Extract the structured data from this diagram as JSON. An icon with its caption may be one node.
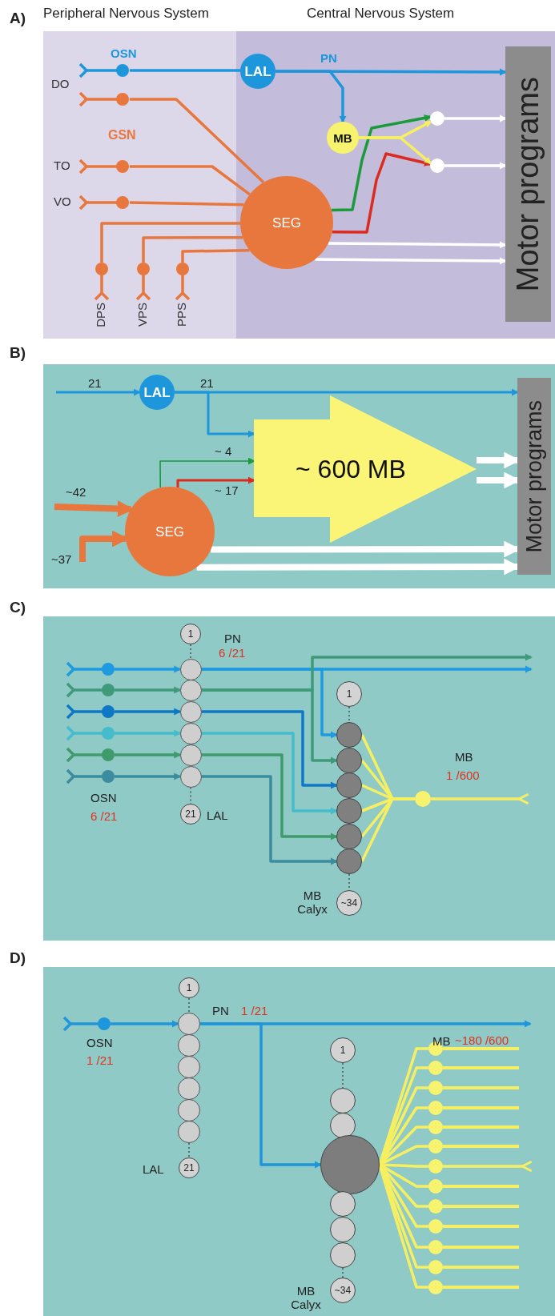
{
  "diagram": {
    "nodes": [
      {
        "text": [
          "Peripheral Nervous System"
        ]
      },
      {
        "text": [
          "Central Nervous System"
        ]
      },
      {
        "text": [
          "OSN"
        ],
        "in": 0
      },
      {
        "text": [
          "DO"
        ],
        "in": 0
      },
      {
        "text": [
          "TO"
        ],
        "in": 0
      },
      {
        "text": [
          "VO"
        ],
        "in": 0
      },
      {
        "text": [
          "DPS"
        ],
        "in": 0
      },
      {
        "text": [
          "VPS"
        ],
        "in": 0
      },
      {
        "text": [
          "PPS"
        ],
        "in": 0
      },
      {
        "text": [
          "LAL"
        ],
        "in": 1
      },
      {
        "text": [
          "MB"
        ],
        "in": 1
      },
      {
        "text": [
          "SEG"
        ],
        "in": 1
      },
      {
        "text": [],
        "shape": "circle",
        "in": 1
      },
      {
        "text": [],
        "shape": "circle",
        "in": 1
      },
      {
        "text": [
          "Motor programs"
        ],
        "in": 1
      },
      {
        "text": [
          "LAL"
        ]
      },
      {
        "text": [
          "~ 600 MB"
        ]
      },
      {
        "text": [
          "SEG"
        ]
      },
      {
        "text": [
          "Motor programs"
        ]
      },
      {
        "text": [],
        "shape": "circle"
      },
      {
        "text": [],
        "shape": "circle"
      },
      {
        "text": [],
        "shape": "circle"
      },
      {
        "text": [],
        "shape": "circle"
      },
      {
        "text": [],
        "shape": "circle"
      },
      {
        "text": [],
        "shape": "circle"
      },
      {
        "text": [
          "1"
        ]
      },
      {
        "text": [],
        "shape": "circle"
      },
      {
        "text": [],
        "shape": "circle"
      },
      {
        "text": [],
        "shape": "circle"
      },
      {
        "text": [],
        "shape": "circle"
      },
      {
        "text": [],
        "shape": "circle"
      },
      {
        "text": [],
        "shape": "circle"
      },
      {
        "text": [
          "21"
        ]
      },
      {
        "text": [
          "1"
        ]
      },
      {
        "text": [],
        "shape": "circle"
      },
      {
        "text": [],
        "shape": "circle"
      },
      {
        "text": [],
        "shape": "circle"
      },
      {
        "text": [],
        "shape": "circle"
      },
      {
        "text": [],
        "shape": "circle"
      },
      {
        "text": [],
        "shape": "circle"
      },
      {
        "text": [
          "~34"
        ]
      },
      {
        "text": [],
        "shape": "circle"
      },
      {
        "text": [],
        "shape": "circle",
        "beside": [
          "OSN",
          "1 /21"
        ]
      },
      {
        "text": [
          "1"
        ]
      },
      {
        "text": [],
        "shape": "circle"
      },
      {
        "text": [],
        "shape": "circle"
      },
      {
        "text": [],
        "shape": "circle"
      },
      {
        "text": [],
        "shape": "circle"
      },
      {
        "text": [],
        "shape": "circle"
      },
      {
        "text": [],
        "shape": "circle"
      },
      {
        "text": [
          "21"
        ]
      },
      {
        "text": [
          "1"
        ]
      },
      {
        "text": [],
        "shape": "circle"
      },
      {
        "text": [],
        "shape": "circle"
      },
      {
        "text": [],
        "shape": "circle"
      },
      {
        "text": [],
        "shape": "circle"
      },
      {
        "text": [],
        "shape": "circle"
      },
      {
        "text": [],
        "shape": "circle"
      },
      {
        "text": [
          "~34"
        ]
      },
      {
        "text": [],
        "shape": "circle"
      },
      {
        "text": [],
        "shape": "circle"
      },
      {
        "text": [],
        "shape": "circle"
      },
      {
        "text": [],
        "shape": "circle"
      },
      {
        "text": [],
        "shape": "circle"
      },
      {
        "text": [],
        "shape": "circle"
      },
      {
        "text": [],
        "shape": "circle"
      },
      {
        "text": [],
        "shape": "circle"
      },
      {
        "text": [],
        "shape": "circle"
      },
      {
        "text": [],
        "shape": "circle"
      },
      {
        "text": [],
        "shape": "circle"
      },
      {
        "text": [],
        "shape": "circle"
      },
      {
        "text": [],
        "shape": "circle"
      }
    ],
    "edges": [
      {
        "from": 2,
        "to": 9,
        "arrow": "none",
        "color": "#1e96dc"
      },
      {
        "from": 9,
        "to": 14,
        "arrow": "to",
        "label": "PN",
        "color": "#1e96dc"
      },
      {
        "from": 9,
        "to": 10,
        "arrow": "to",
        "color": "#1e96dc"
      },
      {
        "from": 3,
        "to": 11,
        "arrow": "none",
        "color": "#e8773e"
      },
      {
        "from": 4,
        "to": 11,
        "arrow": "none",
        "color": "#e8773e"
      },
      {
        "from": 5,
        "to": 11,
        "arrow": "none",
        "color": "#e8773e"
      },
      {
        "from": 6,
        "to": 11,
        "arrow": "none",
        "color": "#e8773e"
      },
      {
        "from": 7,
        "to": 11,
        "arrow": "none",
        "color": "#e8773e"
      },
      {
        "from": 8,
        "to": 11,
        "arrow": "none",
        "color": "#e8773e"
      },
      {
        "from": 11,
        "to": 12,
        "arrow": "to",
        "color": "#1a9a3a"
      },
      {
        "from": 11,
        "to": 13,
        "arrow": "to",
        "color": "#dd2a1f"
      },
      {
        "from": 10,
        "to": 12,
        "arrow": "to"
      },
      {
        "from": 10,
        "to": 13,
        "arrow": "to"
      },
      {
        "from": 12,
        "to": 14,
        "arrow": "to",
        "color": "#ffffff"
      },
      {
        "from": 13,
        "to": 14,
        "arrow": "to",
        "color": "#ffffff"
      },
      {
        "from": 11,
        "to": 14,
        "arrow": "to",
        "color": "#ffffff"
      },
      {
        "from": 11,
        "to": 14,
        "arrow": "to",
        "color": "#ffffff"
      },
      {
        "from": null,
        "to": 15,
        "arrow": "to",
        "label": "21",
        "color": "#1e96dc"
      },
      {
        "from": 15,
        "to": 18,
        "arrow": "to",
        "label": "21",
        "color": "#1e96dc"
      },
      {
        "from": 15,
        "to": 16,
        "arrow": "to",
        "color": "#1e96dc"
      },
      {
        "from": 17,
        "to": 16,
        "arrow": "to",
        "label": "~ 4",
        "color": "#1a9a3a"
      },
      {
        "from": 17,
        "to": 16,
        "arrow": "to",
        "label": "~ 17",
        "color": "#dd2a1f"
      },
      {
        "from": null,
        "to": 17,
        "arrow": "to",
        "label": "~42",
        "style": "thick",
        "color": "#e8773e"
      },
      {
        "from": null,
        "to": 17,
        "arrow": "to",
        "label": "~37",
        "style": "thick",
        "color": "#e8773e"
      },
      {
        "from": 16,
        "to": 18,
        "arrow": "to",
        "style": "thick",
        "color": "#ffffff"
      },
      {
        "from": 16,
        "to": 18,
        "arrow": "to",
        "style": "thick",
        "color": "#ffffff"
      },
      {
        "from": 17,
        "to": 18,
        "arrow": "to",
        "style": "thick",
        "color": "#ffffff"
      },
      {
        "from": 17,
        "to": 18,
        "arrow": "to",
        "style": "thick",
        "color": "#ffffff"
      },
      {
        "from": 19,
        "to": 26,
        "arrow": "to",
        "color": "#1e9ae0"
      },
      {
        "from": 20,
        "to": 27,
        "arrow": "to",
        "color": "#3f9a7a"
      },
      {
        "from": 21,
        "to": 28,
        "arrow": "to",
        "color": "#0f78c6"
      },
      {
        "from": 22,
        "to": 29,
        "arrow": "to",
        "color": "#45bccc"
      },
      {
        "from": 23,
        "to": 30,
        "arrow": "to",
        "color": "#3f9a6c"
      },
      {
        "from": 24,
        "to": 31,
        "arrow": "to",
        "color": "#3b8c9e"
      },
      {
        "from": 26,
        "to": null,
        "arrow": "to",
        "color": "#1e9ae0"
      },
      {
        "from": 26,
        "to": 34,
        "arrow": "to",
        "color": "#1e9ae0"
      },
      {
        "from": 27,
        "to": null,
        "arrow": "to",
        "color": "#3f9a7a"
      },
      {
        "from": 27,
        "to": 35,
        "arrow": "to",
        "color": "#3f9a7a"
      },
      {
        "from": 28,
        "to": 36,
        "arrow": "to",
        "color": "#0f78c6"
      },
      {
        "from": 29,
        "to": 37,
        "arrow": "to",
        "color": "#45bccc"
      },
      {
        "from": 30,
        "to": 38,
        "arrow": "to",
        "color": "#3f9a6c"
      },
      {
        "from": 31,
        "to": 39,
        "arrow": "to",
        "color": "#3b8c9e"
      },
      {
        "from": 34,
        "to": 41,
        "arrow": "none"
      },
      {
        "from": 35,
        "to": 41,
        "arrow": "none"
      },
      {
        "from": 36,
        "to": 41,
        "arrow": "none"
      },
      {
        "from": 37,
        "to": 41,
        "arrow": "none"
      },
      {
        "from": 38,
        "to": 41,
        "arrow": "none"
      },
      {
        "from": 39,
        "to": 41,
        "arrow": "none"
      },
      {
        "from": 41,
        "to": null,
        "arrow": "other"
      },
      {
        "from": 25,
        "to": 26,
        "arrow": "none",
        "style": "dashed",
        "color": "#444444"
      },
      {
        "from": 31,
        "to": 32,
        "arrow": "none",
        "style": "dashed",
        "color": "#444444"
      },
      {
        "from": 33,
        "to": 34,
        "arrow": "none",
        "style": "dashed",
        "color": "#444444"
      },
      {
        "from": 39,
        "to": 40,
        "arrow": "none",
        "style": "dashed",
        "color": "#444444"
      },
      {
        "from": 42,
        "to": 44,
        "arrow": "to",
        "color": "#1e96dc"
      },
      {
        "from": 44,
        "to": null,
        "arrow": "to",
        "color": "#1e96dc"
      },
      {
        "from": 44,
        "to": 54,
        "arrow": "to",
        "color": "#1e96dc"
      },
      {
        "from": 54,
        "to": 59,
        "arrow": "none"
      },
      {
        "from": 54,
        "to": 60,
        "arrow": "none"
      },
      {
        "from": 54,
        "to": 61,
        "arrow": "none"
      },
      {
        "from": 54,
        "to": 62,
        "arrow": "none"
      },
      {
        "from": 54,
        "to": 63,
        "arrow": "none"
      },
      {
        "from": 54,
        "to": 64,
        "arrow": "none"
      },
      {
        "from": 54,
        "to": 65,
        "arrow": "none"
      },
      {
        "from": 54,
        "to": 66,
        "arrow": "none"
      },
      {
        "from": 54,
        "to": 67,
        "arrow": "none"
      },
      {
        "from": 54,
        "to": 68,
        "arrow": "none"
      },
      {
        "from": 54,
        "to": 69,
        "arrow": "none"
      },
      {
        "from": 54,
        "to": 70,
        "arrow": "none"
      },
      {
        "from": 54,
        "to": 71,
        "arrow": "none"
      },
      {
        "from": 65,
        "to": null,
        "arrow": "other"
      },
      {
        "from": 43,
        "to": 44,
        "arrow": "none",
        "style": "dashed",
        "color": "#444444"
      },
      {
        "from": 49,
        "to": 50,
        "arrow": "none",
        "style": "dashed",
        "color": "#444444"
      },
      {
        "from": 51,
        "to": 52,
        "arrow": "none",
        "style": "dashed",
        "color": "#444444"
      },
      {
        "from": 57,
        "to": 58,
        "arrow": "none",
        "style": "dashed",
        "color": "#444444"
      }
    ],
    "labels": [
      "A)",
      "GSN",
      "B)",
      "C)",
      "PN",
      "6 /21",
      "OSN",
      "6 /21",
      "LAL",
      "MB",
      "1 /600",
      "MB Calyx",
      "D)",
      "PN",
      "1 /21",
      "LAL",
      "MB",
      "~180 /600",
      "MB Calyx"
    ]
  }
}
